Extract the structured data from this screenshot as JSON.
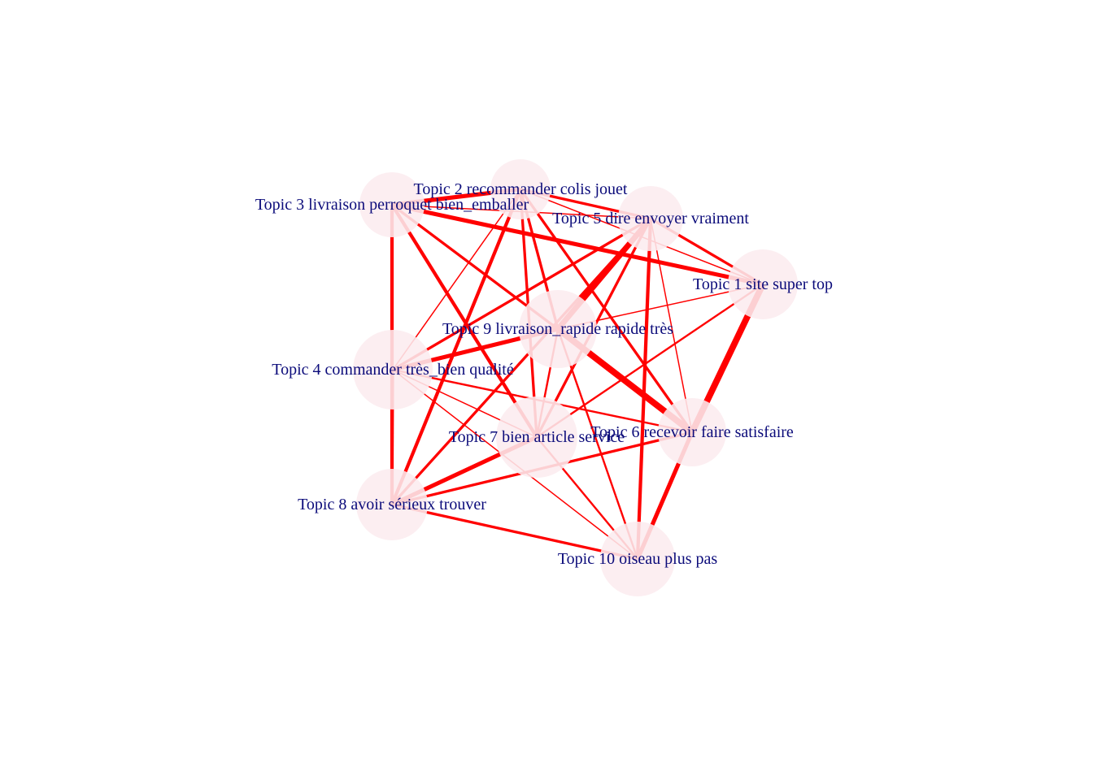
{
  "diagram": {
    "type": "topic-correlation-network",
    "colors": {
      "background": "#ffffff",
      "node_fill": "#fcecef",
      "edge": "#ff0000",
      "label": "#0b0b7a"
    },
    "nodes": [
      {
        "id": "t1",
        "label": "Topic 1 site super top"
      },
      {
        "id": "t2",
        "label": "Topic 2 recommander colis jouet"
      },
      {
        "id": "t3",
        "label": "Topic 3 livraison perroquet bien_emballer"
      },
      {
        "id": "t4",
        "label": "Topic 4 commander très_bien qualité"
      },
      {
        "id": "t5",
        "label": "Topic 5 dire envoyer vraiment"
      },
      {
        "id": "t6",
        "label": "Topic 6 recevoir faire satisfaire"
      },
      {
        "id": "t7",
        "label": "Topic 7 bien article service"
      },
      {
        "id": "t8",
        "label": "Topic 8 avoir sérieux trouver"
      },
      {
        "id": "t9",
        "label": "Topic 9 livraison_rapide rapide très"
      },
      {
        "id": "t10",
        "label": "Topic 10 oiseau plus pas"
      }
    ],
    "edges": [
      {
        "from": "t3",
        "to": "t2",
        "weight": 5
      },
      {
        "from": "t3",
        "to": "t1",
        "weight": 5
      },
      {
        "from": "t3",
        "to": "t8",
        "weight": 4
      },
      {
        "from": "t3",
        "to": "t7",
        "weight": 4
      },
      {
        "from": "t3",
        "to": "t9",
        "weight": 3
      },
      {
        "from": "t3",
        "to": "t5",
        "weight": 1
      },
      {
        "from": "t2",
        "to": "t5",
        "weight": 3
      },
      {
        "from": "t2",
        "to": "t1",
        "weight": 1
      },
      {
        "from": "t2",
        "to": "t8",
        "weight": 4
      },
      {
        "from": "t2",
        "to": "t9",
        "weight": 3
      },
      {
        "from": "t2",
        "to": "t6",
        "weight": 3
      },
      {
        "from": "t2",
        "to": "t4",
        "weight": 1
      },
      {
        "from": "t2",
        "to": "t7",
        "weight": 3
      },
      {
        "from": "t5",
        "to": "t1",
        "weight": 3
      },
      {
        "from": "t5",
        "to": "t9",
        "weight": 7
      },
      {
        "from": "t5",
        "to": "t4",
        "weight": 3
      },
      {
        "from": "t5",
        "to": "t8",
        "weight": 3
      },
      {
        "from": "t5",
        "to": "t7",
        "weight": 3
      },
      {
        "from": "t5",
        "to": "t10",
        "weight": 4
      },
      {
        "from": "t5",
        "to": "t6",
        "weight": 1
      },
      {
        "from": "t1",
        "to": "t6",
        "weight": 8
      },
      {
        "from": "t1",
        "to": "t9",
        "weight": 1
      },
      {
        "from": "t1",
        "to": "t7",
        "weight": 2
      },
      {
        "from": "t6",
        "to": "t10",
        "weight": 5
      },
      {
        "from": "t9",
        "to": "t6",
        "weight": 8
      },
      {
        "from": "t9",
        "to": "t4",
        "weight": 5
      },
      {
        "from": "t9",
        "to": "t7",
        "weight": 2
      },
      {
        "from": "t9",
        "to": "t10",
        "weight": 2
      },
      {
        "from": "t4",
        "to": "t8",
        "weight": 3
      },
      {
        "from": "t4",
        "to": "t6",
        "weight": 2
      },
      {
        "from": "t4",
        "to": "t7",
        "weight": 1
      },
      {
        "from": "t4",
        "to": "t10",
        "weight": 1
      },
      {
        "from": "t7",
        "to": "t8",
        "weight": 5
      },
      {
        "from": "t7",
        "to": "t10",
        "weight": 2
      },
      {
        "from": "t6",
        "to": "t8",
        "weight": 3
      },
      {
        "from": "t8",
        "to": "t10",
        "weight": 3
      }
    ]
  }
}
